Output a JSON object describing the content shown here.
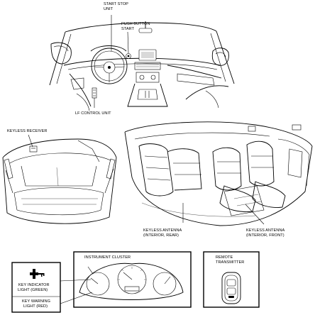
{
  "labels": {
    "start_stop_unit_1": "START STOP",
    "start_stop_unit_2": "UNIT",
    "push_button_start_1": "PUSH BUTTON",
    "push_button_start_2": "START",
    "lf_control_unit": "LF CONTROL UNIT",
    "keyless_receiver": "KEYLESS RECEIVER",
    "antenna_rear_1": "KEYLESS ANTENNA",
    "antenna_rear_2": "(INTERIOR, REAR)",
    "antenna_front_1": "KEYLESS ANTENNA",
    "antenna_front_2": "(INTERIOR, FRONT)",
    "instrument_cluster": "INSTRUMENT CLUSTER",
    "remote_transmitter_1": "REMOTE",
    "remote_transmitter_2": "TRANSMITTER",
    "key_indicator_1": "KEY INDICATOR",
    "key_indicator_2": "LIGHT (GREEN)",
    "key_warning_1": "KEY WARNING",
    "key_warning_2": "LIGHT (RED)"
  },
  "icons": {
    "key_indicator": "key-indicator-icon",
    "remote": "remote-transmitter-icon"
  }
}
